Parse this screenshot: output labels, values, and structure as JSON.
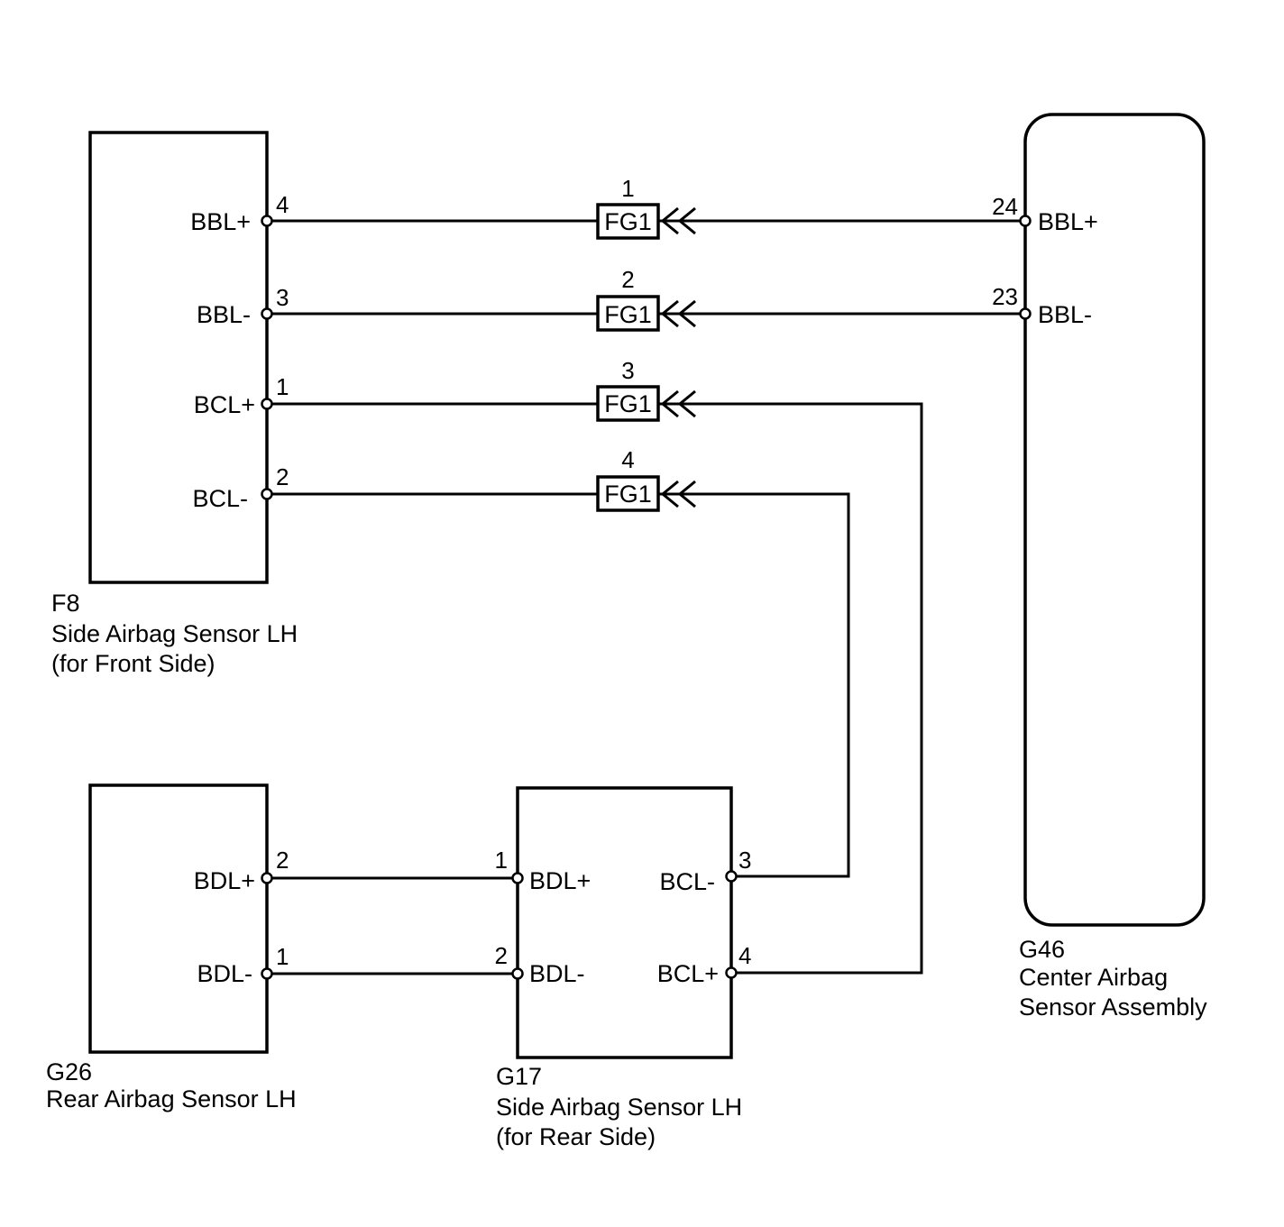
{
  "components": {
    "f8": {
      "code": "F8",
      "name_line1": "Side Airbag Sensor LH",
      "name_line2": "(for Front Side)",
      "pins": [
        {
          "label": "BBL+",
          "number": "4"
        },
        {
          "label": "BBL-",
          "number": "3"
        },
        {
          "label": "BCL+",
          "number": "1"
        },
        {
          "label": "BCL-",
          "number": "2"
        }
      ]
    },
    "g46": {
      "code": "G46",
      "name_line1": "Center Airbag",
      "name_line2": "Sensor Assembly",
      "pins": [
        {
          "label": "BBL+",
          "number": "24"
        },
        {
          "label": "BBL-",
          "number": "23"
        }
      ]
    },
    "g26": {
      "code": "G26",
      "name_line1": "Rear Airbag Sensor LH",
      "pins": [
        {
          "label": "BDL+",
          "number": "2"
        },
        {
          "label": "BDL-",
          "number": "1"
        }
      ]
    },
    "g17": {
      "code": "G17",
      "name_line1": "Side Airbag Sensor LH",
      "name_line2": "(for Rear Side)",
      "left_pins": [
        {
          "label": "BDL+",
          "number": "1"
        },
        {
          "label": "BDL-",
          "number": "2"
        }
      ],
      "right_pins": [
        {
          "label": "BCL-",
          "number": "3"
        },
        {
          "label": "BCL+",
          "number": "4"
        }
      ]
    }
  },
  "connector": {
    "name": "FG1",
    "pins": [
      "1",
      "2",
      "3",
      "4"
    ]
  }
}
